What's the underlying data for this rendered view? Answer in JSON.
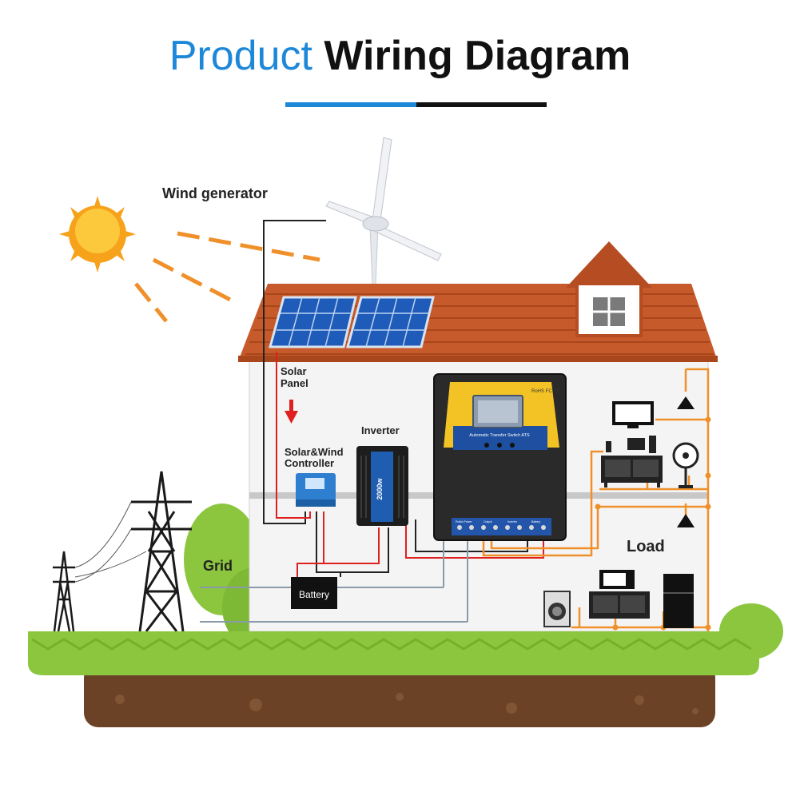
{
  "title": {
    "part1": "Product",
    "part2": "Wiring Diagram"
  },
  "labels": {
    "wind_generator": "Wind generator",
    "solar_panel_1": "Solar",
    "solar_panel_2": "Panel",
    "controller_1": "Solar&Wind",
    "controller_2": "Controller",
    "inverter": "Inverter",
    "inverter_rating": "2000w",
    "grid": "Grid",
    "battery": "Battery",
    "load": "Load"
  },
  "ats": {
    "certs": "RoHS FC CE",
    "name": "Automatic Transfer Switch ATS",
    "terminals": [
      "Public Power",
      "Output",
      "Inverter",
      "Battery"
    ]
  },
  "colors": {
    "title_blue": "#1e88d8",
    "roof": "#c75a2a",
    "grass": "#8cc63f",
    "soil": "#6b4226",
    "wire_red": "#e02020",
    "wire_black": "#222222",
    "wire_gray": "#8a9aa8",
    "wire_orange": "#f0902a"
  }
}
